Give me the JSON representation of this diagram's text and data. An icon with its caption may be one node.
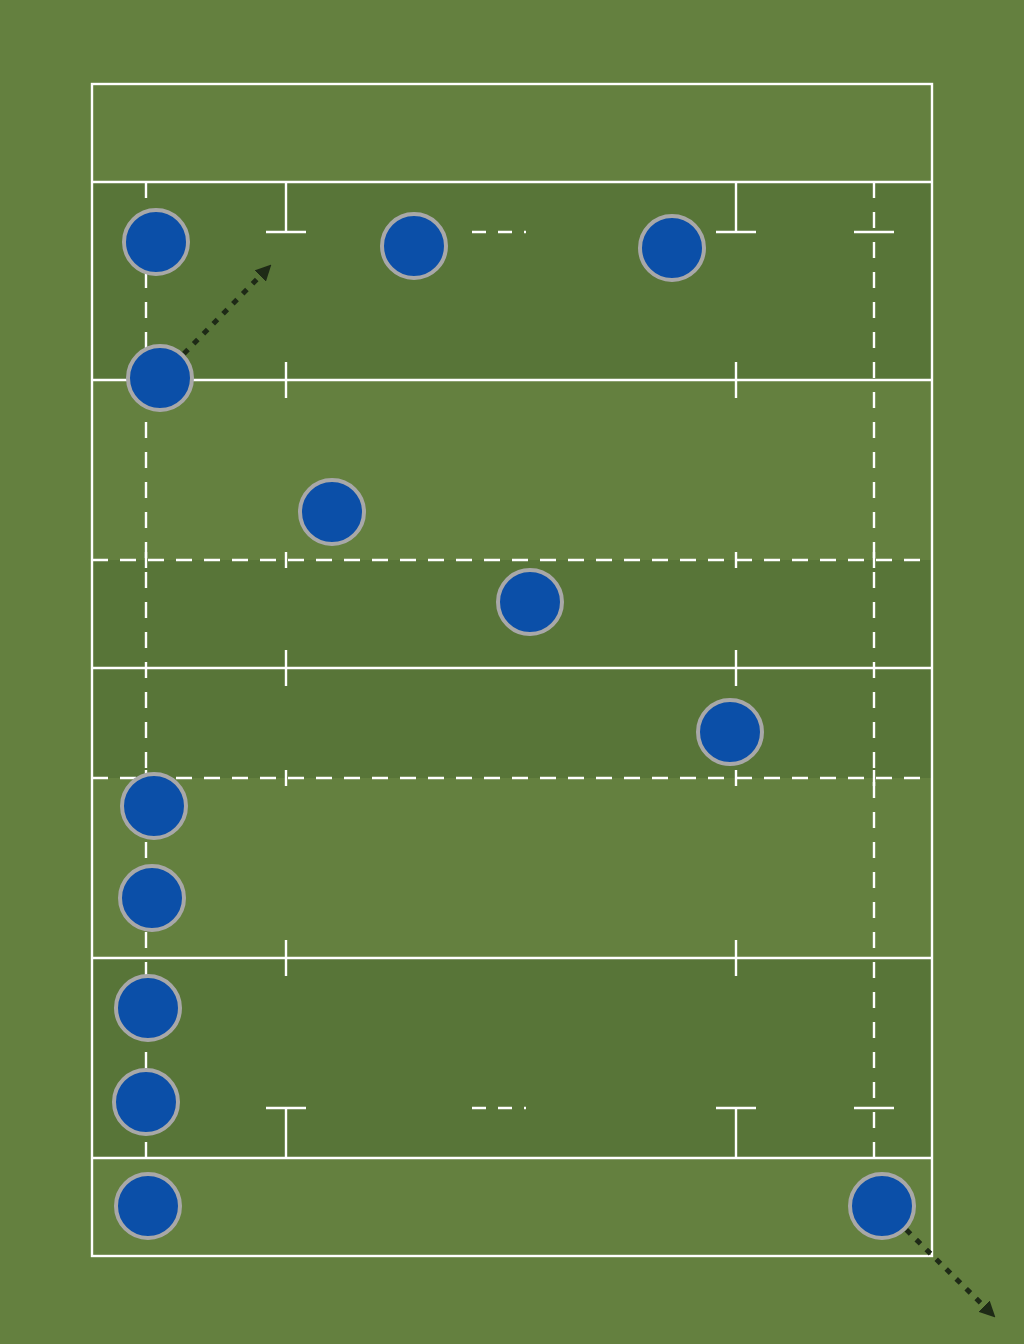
{
  "diagram": {
    "nodes": [
      {
        "text": [],
        "shape": "circle"
      },
      {
        "text": [],
        "shape": "circle"
      },
      {
        "text": [],
        "shape": "circle"
      },
      {
        "text": [],
        "shape": "circle"
      },
      {
        "text": [],
        "shape": "circle"
      },
      {
        "text": [],
        "shape": "circle"
      },
      {
        "text": [],
        "shape": "circle"
      },
      {
        "text": [],
        "shape": "circle"
      },
      {
        "text": [],
        "shape": "circle"
      },
      {
        "text": [],
        "shape": "circle"
      },
      {
        "text": [],
        "shape": "circle"
      },
      {
        "text": [],
        "shape": "circle"
      },
      {
        "text": [],
        "shape": "circle"
      }
    ],
    "edges": [
      {
        "from": 3,
        "to": null,
        "arrow": "to",
        "style": "dashed"
      },
      {
        "from": 12,
        "to": null,
        "arrow": "to",
        "style": "dashed"
      }
    ]
  }
}
